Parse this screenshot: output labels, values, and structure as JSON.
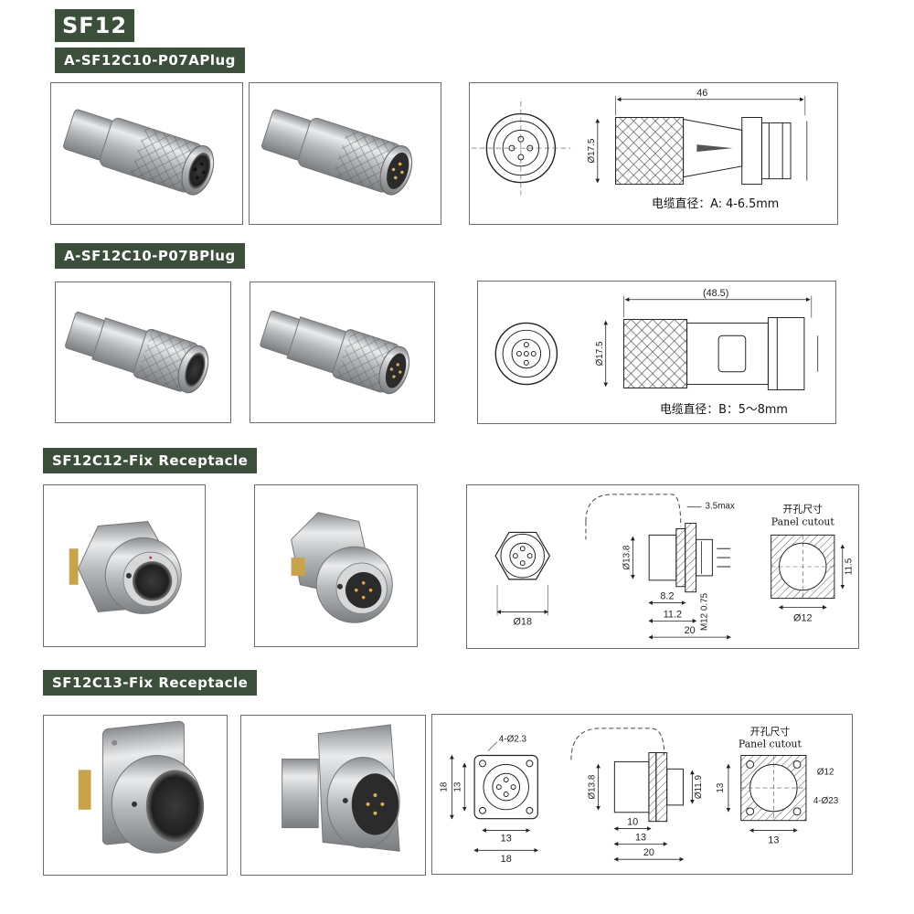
{
  "series_title": "SF12",
  "sections": [
    {
      "title": "A-SF12C10-P07APlug",
      "drawing": {
        "overall_length": "46",
        "diameter": "Ø17.5",
        "cable_note": "电缆直径：A: 4-6.5mm"
      }
    },
    {
      "title": "A-SF12C10-P07BPlug",
      "drawing": {
        "overall_length": "(48.5)",
        "diameter": "Ø17.5",
        "cable_note": "电缆直径：B：5～8mm"
      }
    },
    {
      "title": "SF12C12-Fix Receptacle",
      "drawing": {
        "panel_thickness": "3.5max",
        "front_diameter": "Ø18",
        "body_diameter": "Ø13.8",
        "dim_8_2": "8.2",
        "dim_11_2": "11.2",
        "dim_20": "20",
        "thread": "M12 0.75",
        "cutout_title": "开孔尺寸",
        "cutout_subtitle": "Panel cutout",
        "cutout_height": "11.5",
        "cutout_diameter": "Ø12"
      }
    },
    {
      "title": "SF12C13-Fix Receptacle",
      "drawing": {
        "holes": "4-Ø2.3",
        "flange_outer": "18",
        "flange_inner": "13",
        "body_diameter": "Ø13.8",
        "rear_diameter": "Ø11.9",
        "dim_10": "10",
        "dim_13": "13",
        "dim_20": "20",
        "cutout_title": "开孔尺寸",
        "cutout_subtitle": "Panel cutout",
        "cutout_diameter": "Ø12",
        "cutout_holes": "4-Ø23",
        "cutout_size": "13"
      }
    }
  ],
  "colors": {
    "label_bg": "#3b4f3a",
    "metal": "#b9bcbf",
    "border": "#6d6d6d"
  }
}
